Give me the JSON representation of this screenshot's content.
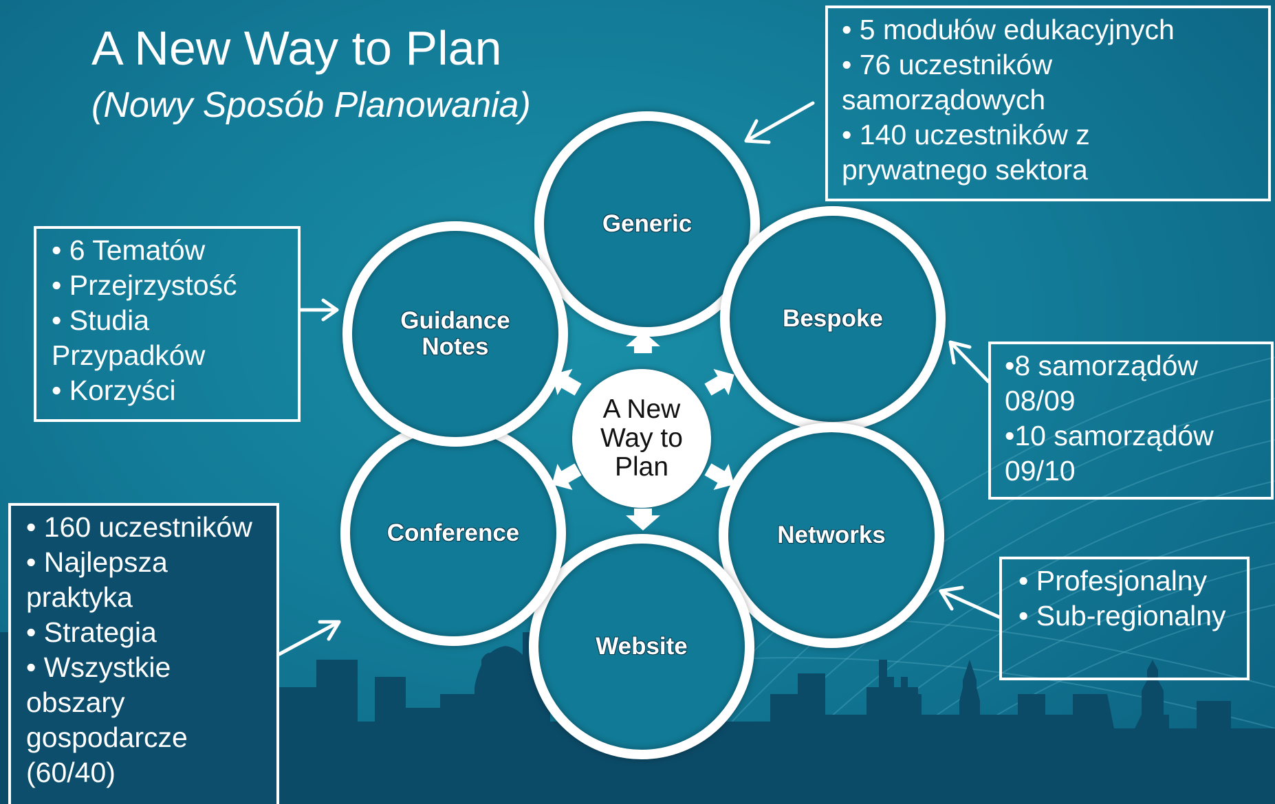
{
  "title": "A New Way to Plan",
  "subtitle": "(Nowy Sposób Planowania)",
  "center": {
    "lines": [
      "A New",
      "Way to",
      "Plan"
    ]
  },
  "nodes": {
    "generic": [
      "Generic"
    ],
    "bespoke": [
      "Bespoke"
    ],
    "networks": [
      "Networks"
    ],
    "website": [
      "Website"
    ],
    "conference": [
      "Conference"
    ],
    "guidance": [
      "Guidance",
      "Notes"
    ]
  },
  "callouts": {
    "generic": [
      "• 5 modułów edukacyjnych",
      "• 76 uczestników",
      "samorządowych",
      "• 140 uczestników z",
      "prywatnego sektora"
    ],
    "guidance": [
      "• 6 Tematów",
      "• Przejrzystość",
      "• Studia",
      "Przypadków",
      "• Korzyści"
    ],
    "bespoke": [
      "•8 samorządów",
      "08/09",
      "•10 samorządów",
      "09/10"
    ],
    "networks": [
      "• Profesjonalny",
      "• Sub-regionalny"
    ],
    "conference": [
      "• 160 uczestników",
      "• Najlepsza",
      "praktyka",
      "• Strategia",
      "• Wszystkie",
      "obszary",
      "gospodarcze",
      "(60/40)"
    ]
  },
  "colors": {
    "background": "#137c98",
    "skyline": "#0c4b68",
    "ring": "#ffffff",
    "text": "#ffffff"
  }
}
